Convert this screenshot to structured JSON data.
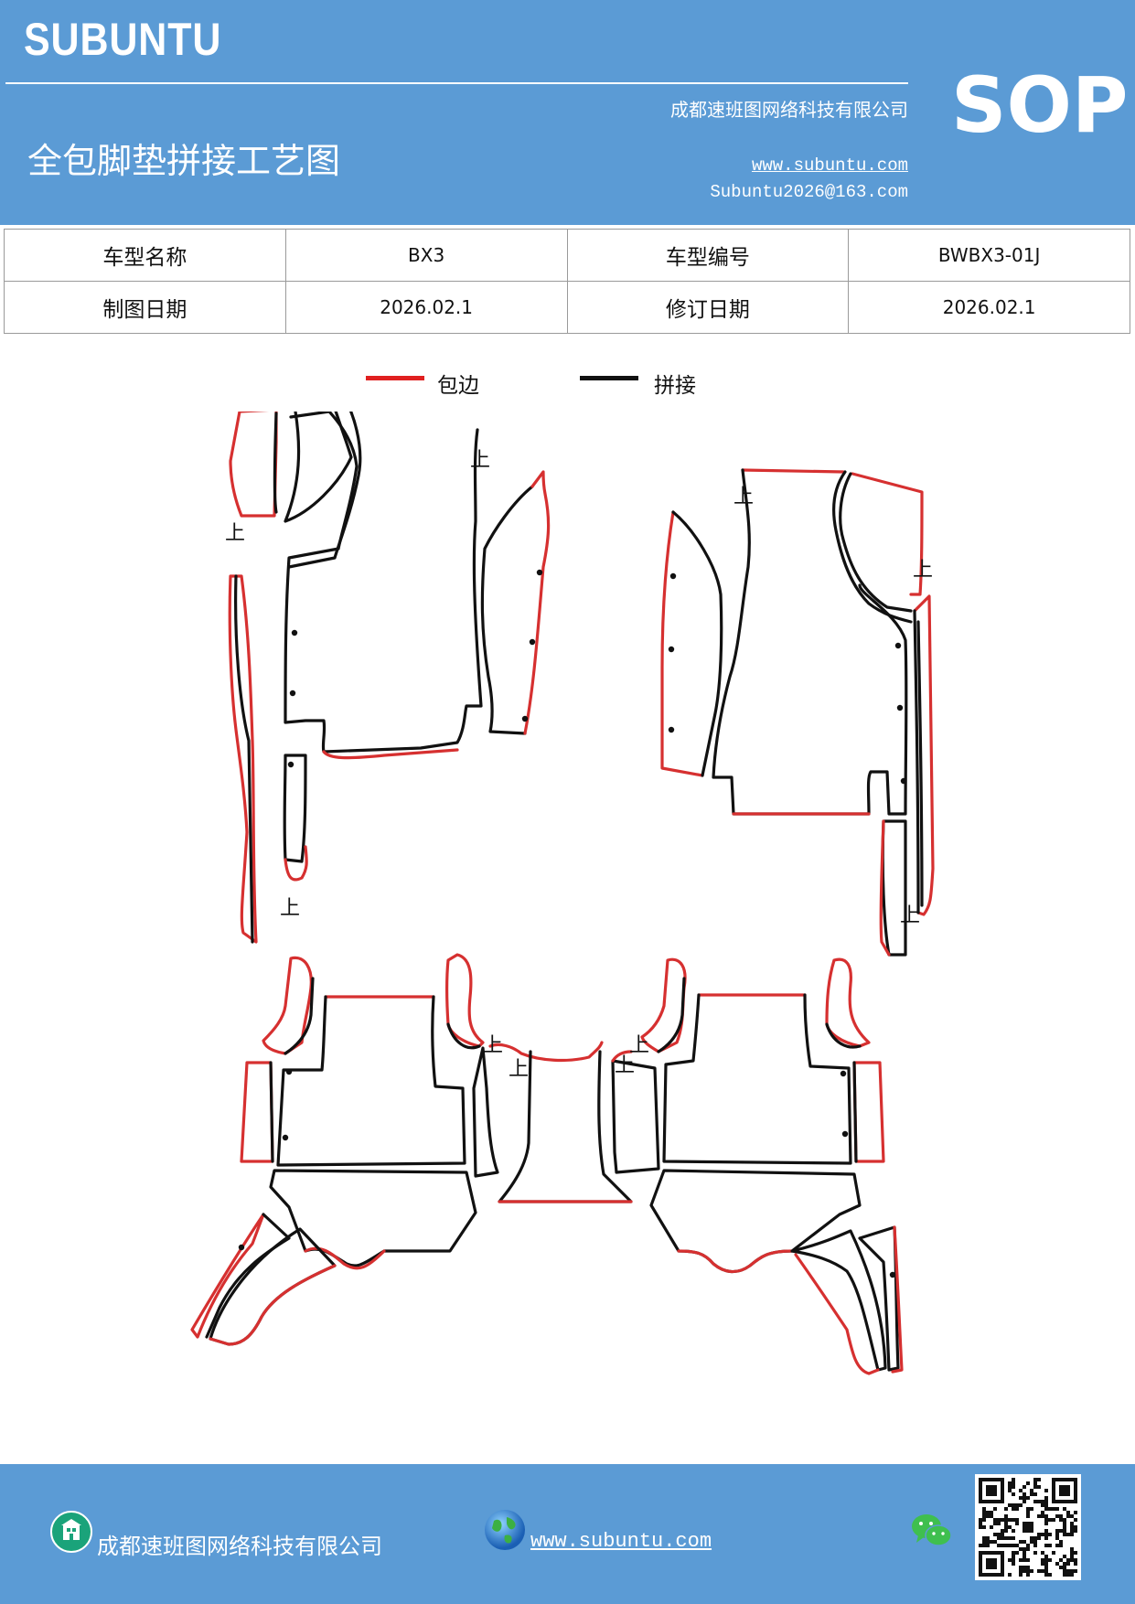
{
  "header": {
    "brand": "SUBUNTU",
    "company": "成都速班图网络科技有限公司",
    "title": "全包脚垫拼接工艺图",
    "website": "www.subuntu.com",
    "email": "Subuntu2026@163.com",
    "badge": "SOP"
  },
  "info_table": {
    "rows": [
      {
        "label1": "车型名称",
        "value1": "BX3",
        "label2": "车型编号",
        "value2": "BWBX3-01J"
      },
      {
        "label1": "制图日期",
        "value1": "2026.02.1",
        "label2": "修订日期",
        "value2": "2026.02.1"
      }
    ]
  },
  "legend": {
    "items": [
      {
        "label": "包边",
        "color": "#e02020"
      },
      {
        "label": "拼接",
        "color": "#111111"
      }
    ]
  },
  "drawing": {
    "marker_label": "上",
    "edge_color": "#d63030",
    "seam_color": "#111111"
  },
  "footer": {
    "company": "成都速班图网络科技有限公司",
    "website": "www.subuntu.com",
    "building_icon_color": "#1aa37a",
    "wechat_icon_color": "#3fbf4f"
  }
}
